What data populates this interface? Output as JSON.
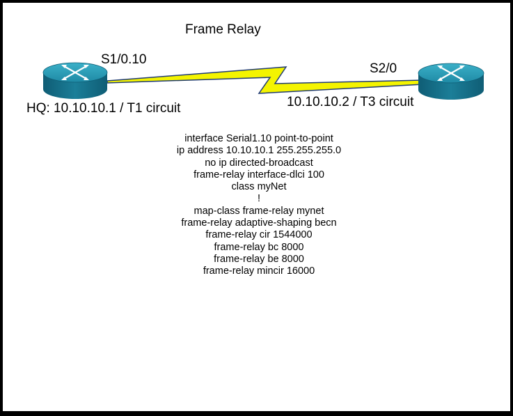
{
  "diagram": {
    "title": "Frame Relay",
    "hq_router": {
      "interface_label": "S1/0.10",
      "address_label": "HQ: 10.10.10.1 / T1 circuit"
    },
    "remote_router": {
      "interface_label": "S2/0",
      "address_label": "10.10.10.2 / T3 circuit"
    },
    "link": {
      "fill_color": "#f4f400",
      "line_color": "#1f3a73"
    },
    "router_colors": {
      "top": "#2a9bb4",
      "side": "#17708a",
      "arrows": "#ffffff"
    },
    "config_lines": [
      "interface Serial1.10 point-to-point",
      "ip address 10.10.10.1 255.255.255.0",
      "no ip directed-broadcast",
      "frame-relay interface-dlci 100",
      "class myNet",
      "!",
      "map-class frame-relay mynet",
      "frame-relay adaptive-shaping becn",
      "frame-relay cir 1544000",
      "frame-relay bc 8000",
      "frame-relay be 8000",
      "frame-relay mincir 16000"
    ]
  }
}
